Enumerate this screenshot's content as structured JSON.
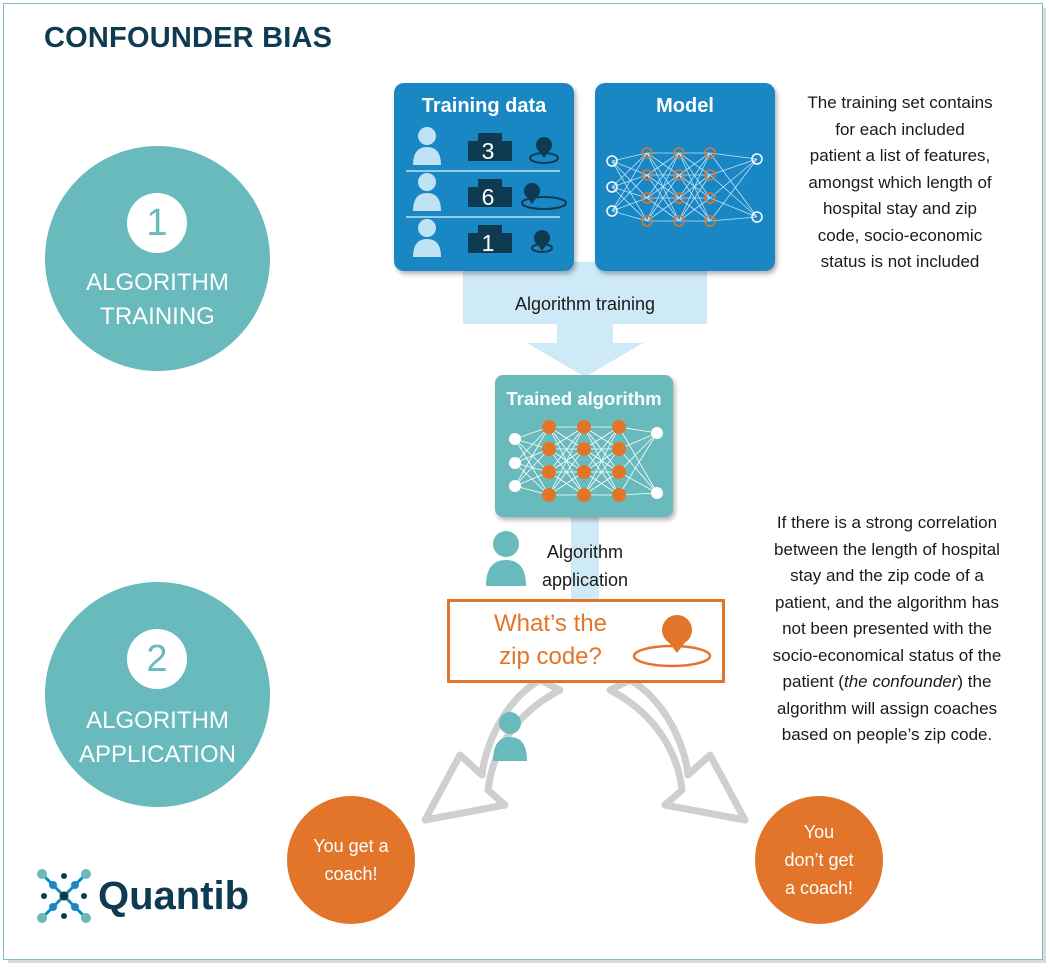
{
  "title": "CONFOUNDER BIAS",
  "steps": [
    {
      "number": "1",
      "line1": "ALGORITHM",
      "line2": "TRAINING"
    },
    {
      "number": "2",
      "line1": "ALGORITHM",
      "line2": "APPLICATION"
    }
  ],
  "training_data": {
    "title": "Training data",
    "rows": [
      {
        "days": "3"
      },
      {
        "days": "6"
      },
      {
        "days": "1"
      }
    ]
  },
  "model": {
    "title": "Model"
  },
  "training_note": [
    "The training set contains",
    "for each included",
    "patient a list of features,",
    "amongst which length of",
    "hospital stay and zip",
    "code, socio-economic",
    "status is not included"
  ],
  "algorithm_training_label": "Algorithm training",
  "trained_algorithm": {
    "title": "Trained algorithm"
  },
  "application_label": [
    "Algorithm",
    "application"
  ],
  "question": [
    "What’s the",
    "zip code?"
  ],
  "application_note": {
    "lines_before": [
      "If there is a strong correlation",
      "between the length of hospital",
      "stay and the zip code of a",
      "patient, and the algorithm has",
      "not been presented with the",
      "socio-economical status of the"
    ],
    "patient_prefix": "patient (",
    "confounder": "the confounder",
    "patient_suffix": ") the",
    "lines_after": [
      "algorithm will assign coaches",
      "based on people’s zip code."
    ]
  },
  "outcomes": {
    "left": [
      "You get a",
      "coach!"
    ],
    "right": [
      "You",
      "don’t get",
      "a coach!"
    ]
  },
  "brand": {
    "name": "Quantib"
  },
  "colors": {
    "navy": "#0e3a52",
    "teal": "#68babd",
    "blue": "#1a87c5",
    "orange": "#e2752a",
    "light_blue": "#cfeaf7"
  }
}
